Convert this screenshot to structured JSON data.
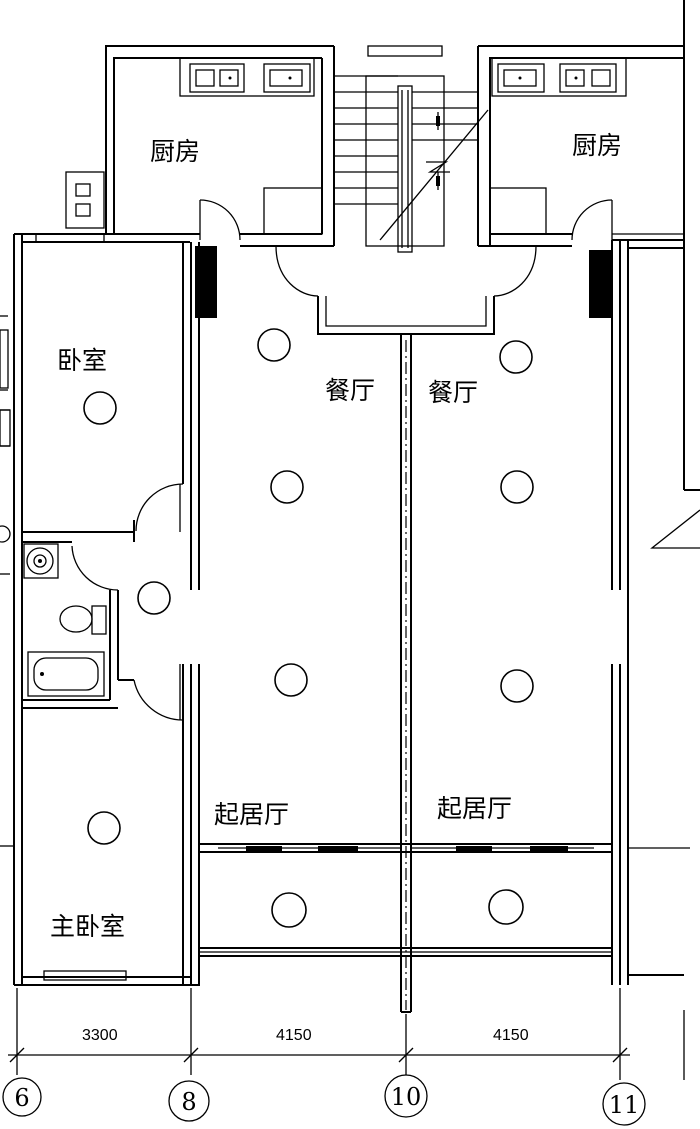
{
  "rooms": {
    "kitchen_left": "厨房",
    "kitchen_right": "厨房",
    "bedroom": "卧室",
    "dining_left": "餐厅",
    "dining_right": "餐厅",
    "living_left": "起居厅",
    "living_right": "起居厅",
    "master_bedroom": "主卧室"
  },
  "dimensions": [
    "3300",
    "4150",
    "4150"
  ],
  "axes": [
    "6",
    "8",
    "10",
    "11"
  ]
}
